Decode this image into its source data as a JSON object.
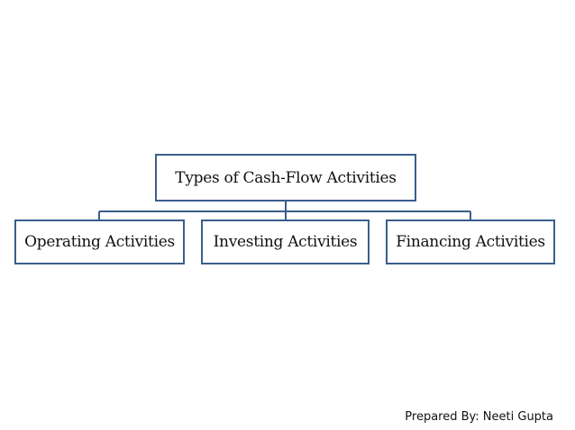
{
  "diagram": {
    "root": {
      "label": "Types of Cash-Flow Activities"
    },
    "children": [
      {
        "label": "Operating Activities"
      },
      {
        "label": "Investing Activities"
      },
      {
        "label": "Financing Activities"
      }
    ],
    "colors": {
      "border": "#3b5e8c",
      "text": "#111111",
      "background": "#ffffff"
    }
  },
  "footer": {
    "credit": "Prepared By: Neeti Gupta"
  }
}
